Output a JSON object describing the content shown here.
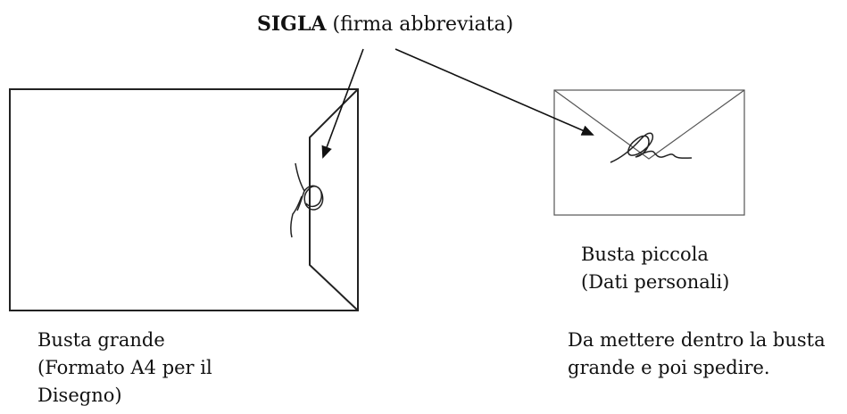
{
  "heading": {
    "bold": "SIGLA",
    "rest": " (firma abbreviata)"
  },
  "big_envelope": {
    "caption_lines": [
      "Busta grande",
      "(Formato A4 per il",
      "Disegno)"
    ]
  },
  "small_envelope": {
    "caption_lines": [
      "Busta piccola",
      "(Dati personali)"
    ]
  },
  "note": {
    "lines": [
      "Da mettere dentro la busta",
      "grande e poi spedire."
    ]
  },
  "colors": {
    "ink": "#111111",
    "line": "#222222",
    "thin_line": "#555555"
  }
}
